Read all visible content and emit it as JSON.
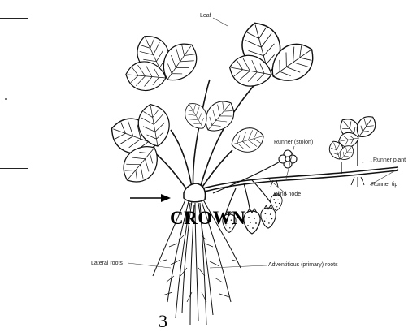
{
  "labels": {
    "leaf": "Leaf",
    "runner_stolon": "Runner (stolon)",
    "runner_plant": "Runner plant",
    "blind_node": "Blind node",
    "runner_tip": "Runner tip",
    "lateral_roots": "Lateral roots",
    "adventitious_roots": "Adventitious (primary) roots"
  },
  "callout": {
    "crown": "CROWN"
  },
  "page_number": "3",
  "colors": {
    "ink": "#111111",
    "background": "#ffffff"
  }
}
